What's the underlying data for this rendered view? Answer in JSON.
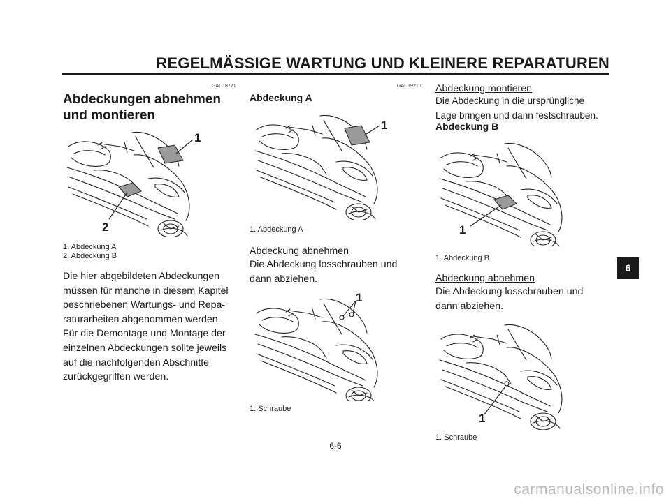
{
  "header": {
    "title": "REGELMÄSSIGE WARTUNG UND KLEINERE REPARATUREN"
  },
  "col1": {
    "code": "GAU18771",
    "title_line1": "Abdeckungen abnehmen",
    "title_line2": "und montieren",
    "figure": {
      "callouts": [
        "1",
        "2"
      ]
    },
    "captions": [
      "1. Abdeckung A",
      "2. Abdeckung B"
    ],
    "paragraph": [
      "Die hier abgebildeten Abdeckungen",
      "müssen für manche in diesem Kapitel",
      "beschriebenen Wartungs- und Repa-",
      "raturarbeiten abgenommen werden.",
      "Für die Demontage und Montage der",
      "einzelnen Abdeckungen sollte jeweils",
      "auf die nachfolgenden Abschnitte",
      "zurückgegriffen werden."
    ]
  },
  "col2": {
    "code": "GAU19210",
    "title": "Abdeckung A",
    "figure1": {
      "callout": "1",
      "caption": "1. Abdeckung A"
    },
    "remove_heading": "Abdeckung abnehmen",
    "remove_text": [
      "Die Abdeckung losschrauben und",
      "dann abziehen."
    ],
    "figure2": {
      "callout": "1",
      "caption": "1. Schraube"
    }
  },
  "col3": {
    "mount_heading": "Abdeckung montieren",
    "mount_text": [
      "Die Abdeckung in die ursprüngliche",
      "Lage bringen und dann festschrauben."
    ],
    "title": "Abdeckung B",
    "figure1": {
      "callout": "1",
      "caption": "1. Abdeckung B"
    },
    "remove_heading": "Abdeckung abnehmen",
    "remove_text": [
      "Die Abdeckung losschrauben und",
      "dann abziehen."
    ],
    "figure2": {
      "callout": "1",
      "caption": "1. Schraube"
    }
  },
  "side_tab": "6",
  "page_number": "6-6",
  "watermark": "carmanualsonline.info"
}
